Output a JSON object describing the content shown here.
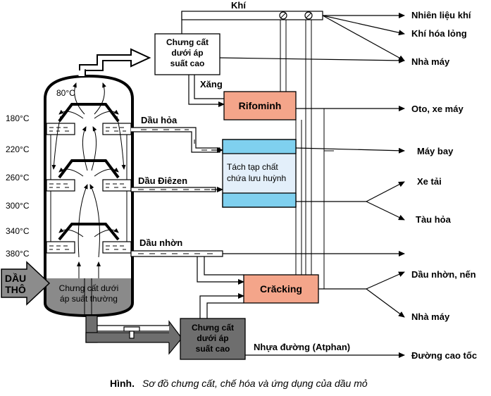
{
  "caption": {
    "label": "Hình.",
    "text": "Sơ đồ chưng cất, chế hóa và ứng dụng của dầu mỏ"
  },
  "column": {
    "temperatures": [
      "180°C",
      "220°C",
      "260°C",
      "300°C",
      "340°C",
      "380°C"
    ],
    "top_temp": "80°C",
    "feed": [
      "DẦU",
      "THÔ"
    ],
    "bottom_label": [
      "Chưng cất dưới",
      "áp suất thường"
    ]
  },
  "fractions": {
    "gas": "Khí",
    "gasoline": "Xăng",
    "kerosene": "Dầu hỏa",
    "diesel": "Dầu Điêzen",
    "lube": "Dầu nhờn",
    "asphalt": "Nhựa đường (Atphan)"
  },
  "units": {
    "high_pressure_top": [
      "Chưng cất",
      "dưới áp",
      "suất cao"
    ],
    "reforming": "Rifominh",
    "desulfur": [
      "Tách tạp chất",
      "chứa lưu huỳnh"
    ],
    "cracking": "Crăcking",
    "high_pressure_bottom": [
      "Chưng cất",
      "dưới áp",
      "suất cao"
    ]
  },
  "products": {
    "fuel_gas": "Nhiên liệu khí",
    "lpg": "Khí hóa lỏng",
    "factory_top": "Nhà máy",
    "car": "Oto, xe máy",
    "plane": "Máy bay",
    "truck": "Xe tải",
    "train": "Tàu hỏa",
    "wax": "Dầu nhờn, nến",
    "factory_bottom": "Nhà máy",
    "highway": "Đường cao tốc"
  },
  "colors": {
    "reforming_fill": "#f4a58a",
    "desulfur_fill": "#e3effa",
    "desulfur_band": "#7fd0ef",
    "cracking_fill": "#f4a58a",
    "residue_fill": "#8a8a8a",
    "hp_bottom_fill": "#6e6e6e",
    "feed_fill": "#8c8c8c"
  }
}
